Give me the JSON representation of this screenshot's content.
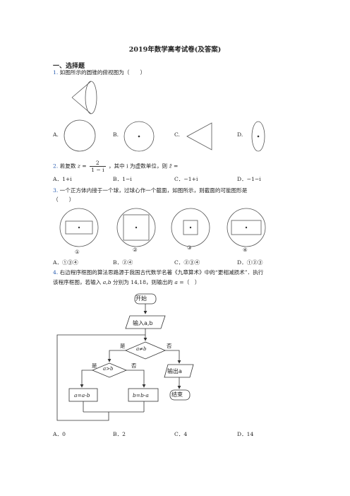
{
  "document": {
    "title": "2019年数学高考试卷(及答案)",
    "section": "一、选择题"
  },
  "q1": {
    "number": "1.",
    "text": "如图所示的圆锥的俯视图为（　　）",
    "options": [
      "A.",
      "B.",
      "C.",
      "D."
    ]
  },
  "q2": {
    "number": "2.",
    "text_before": "若复数",
    "z_eq": "z =",
    "frac_num": "2",
    "frac_den": "1 − i",
    "text_after": "，其中 i 为虚数单位，则",
    "zbar": "z̄",
    "eq": "=",
    "options": [
      "A．1+i",
      "B．1−i",
      "C．−1+i",
      "D．−1−i"
    ]
  },
  "q3": {
    "number": "3.",
    "line1": "一个正方体内接于一个球，过球心作一个截面，如图所示，则截面的可能图形是",
    "line2": "（　　）",
    "labels": [
      "①",
      "②",
      "③",
      "④"
    ],
    "options": [
      "A．①③④",
      "B．②④",
      "C．②③④",
      "D．①②③"
    ]
  },
  "q4": {
    "number": "4.",
    "line1": "右边程序框图的算法思路源于我国古代数学名著《九章算术》中的“更相减损术”．执行",
    "line2_a": "该程序框图，若输入",
    "line2_vars": "a,b",
    "line2_b": "分别为 14,18，则输出的",
    "line2_var": "a",
    "line2_c": "=（　）",
    "flow": {
      "start": "开始",
      "input": "输入a,b",
      "cond1": "a≠b",
      "yes": "是",
      "no": "否",
      "cond2": "a>b",
      "assign1": "a=a-b",
      "assign2": "b=b-a",
      "output": "输出a",
      "end": "结束"
    },
    "options": [
      "A．0",
      "B．2",
      "C．4",
      "D．14"
    ]
  }
}
